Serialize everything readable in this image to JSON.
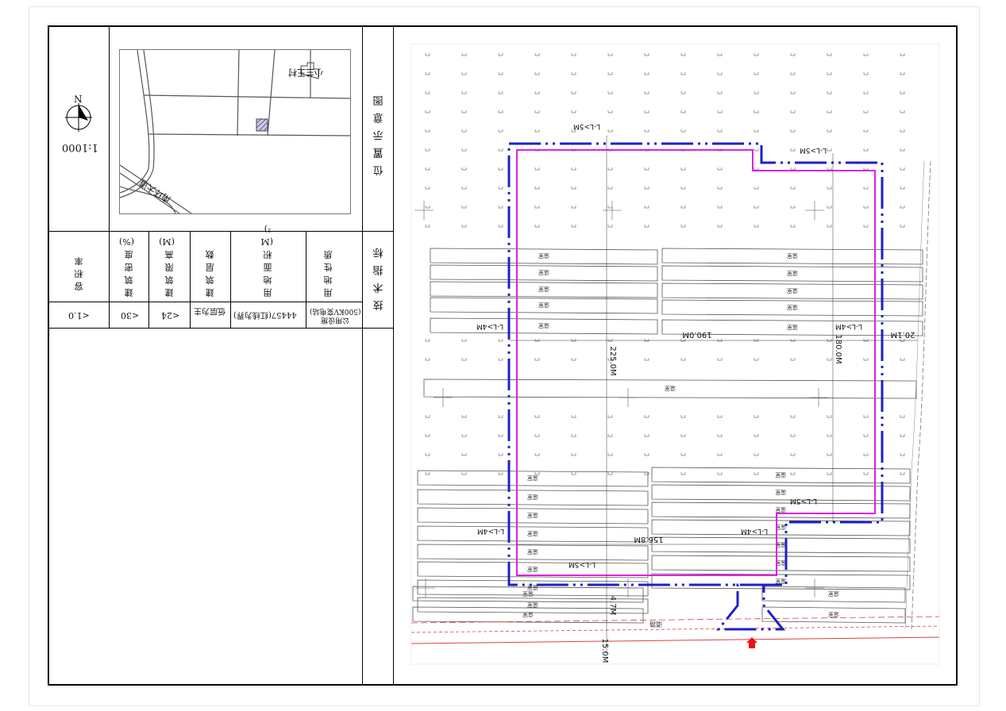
{
  "scale": "1:1000",
  "north_symbol": "N",
  "location_panel": {
    "title": "位置示意图",
    "village": "小兰王村",
    "road": "南环大道"
  },
  "indicators": {
    "title": "技术指标",
    "headers": [
      "用地性质",
      "用地面积(M²)",
      "建筑层数",
      "建筑限高(M)",
      "建筑密度(%)",
      "容积率"
    ],
    "values": [
      "公用设施\n(500KV变电站)",
      "44457(红线为界)",
      "低层为主",
      "<24",
      "<30",
      "<1.0"
    ]
  },
  "site_plan": {
    "greenhouse_label": "温室",
    "dims": {
      "top": "L-L>5M",
      "top_right": "L-L>5M",
      "left_mid": "L-L>4M",
      "right_mid": "L-L>4M",
      "right_lower": "L-L>5M",
      "inner_lower": "L-L>4M",
      "left_lower": "L-L>4M",
      "bottom": "L-L>5M",
      "width_top": "190.0M",
      "width_bottom": "156.8M",
      "height_left": "225.0M",
      "height_right": "180.0M",
      "offset_right": "20.1M",
      "road_setback": "4.7M",
      "road_width": "15.0M"
    },
    "road_label": "道路",
    "colors": {
      "control_line": "#1f1fc8",
      "red_line": "#e020e0",
      "road_line": "#e04040",
      "entrance_arrow": "#ee1111",
      "greenhouse": "#555555"
    }
  }
}
